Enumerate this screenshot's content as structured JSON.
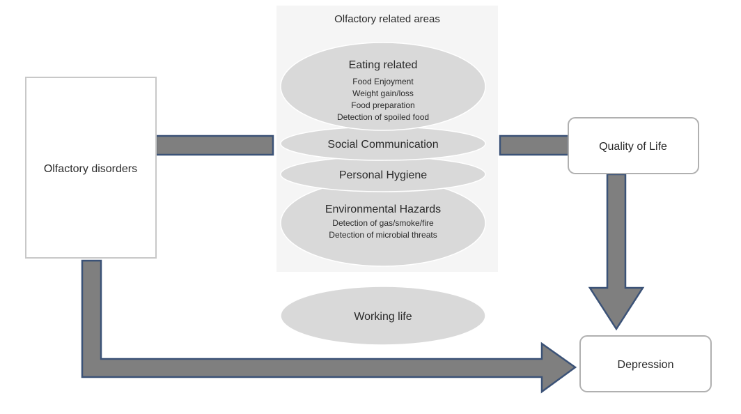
{
  "panel": {
    "title": "Olfactory related areas"
  },
  "ellipses": {
    "eating": {
      "title": "Eating related",
      "items": [
        "Food Enjoyment",
        "Weight gain/loss",
        "Food preparation",
        "Detection of spoiled food"
      ]
    },
    "social": {
      "title": "Social Communication"
    },
    "hygiene": {
      "title": "Personal Hygiene"
    },
    "environmental": {
      "title": "Environmental Hazards",
      "items": [
        "Detection of gas/smoke/fire",
        "Detection of microbial threats"
      ]
    },
    "working": {
      "title": "Working life"
    }
  },
  "boxes": {
    "olfactory_disorders": "Olfactory disorders",
    "quality_of_life": "Quality of Life",
    "depression": "Depression"
  },
  "colors": {
    "arrow_fill": "#7f7f7f",
    "arrow_stroke": "#3b5277",
    "ellipse_fill": "#d9d9d9",
    "panel_fill": "#f5f5f5",
    "box_stroke": "#c8c8c8"
  }
}
